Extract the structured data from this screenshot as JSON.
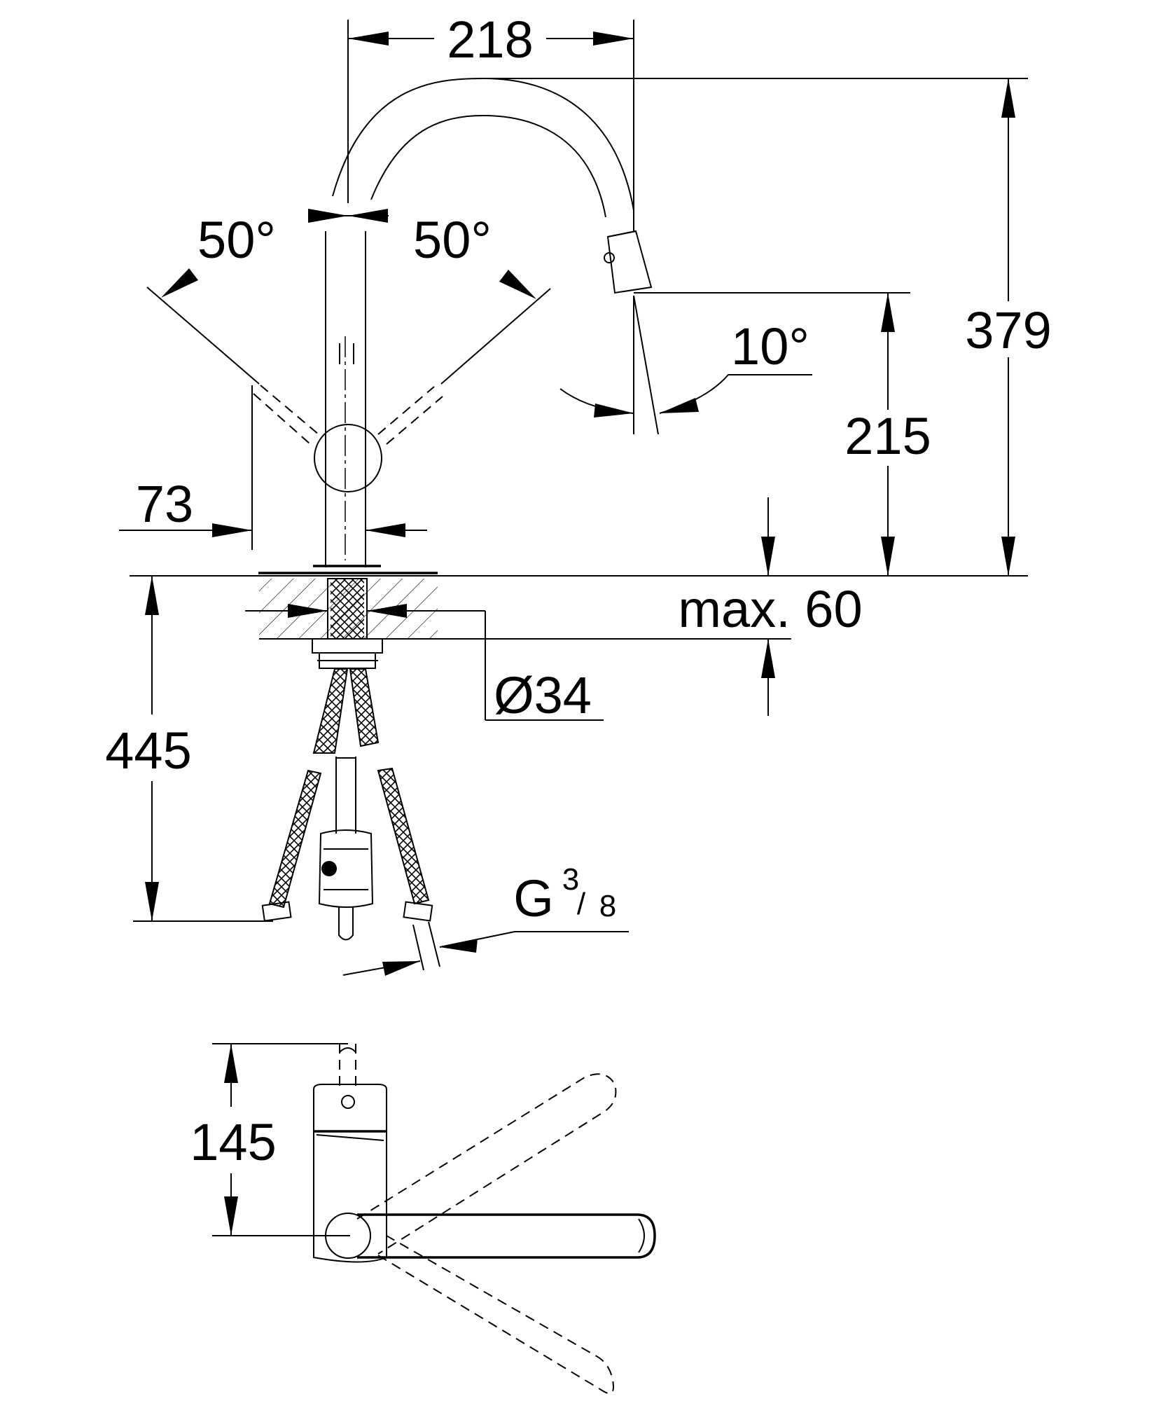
{
  "dimensions": {
    "spout_reach": "218",
    "total_height": "379",
    "left_angle": "50°",
    "right_angle": "50°",
    "spout_tilt_angle": "10°",
    "outlet_height": "215",
    "handle_offset": "73",
    "max_deck_thickness": "max. 60",
    "hole_diameter": "Ø34",
    "hose_length": "445",
    "thread_size_main": "G",
    "thread_size_numerator": "3",
    "thread_size_denominator": "8",
    "top_view_depth": "145"
  }
}
